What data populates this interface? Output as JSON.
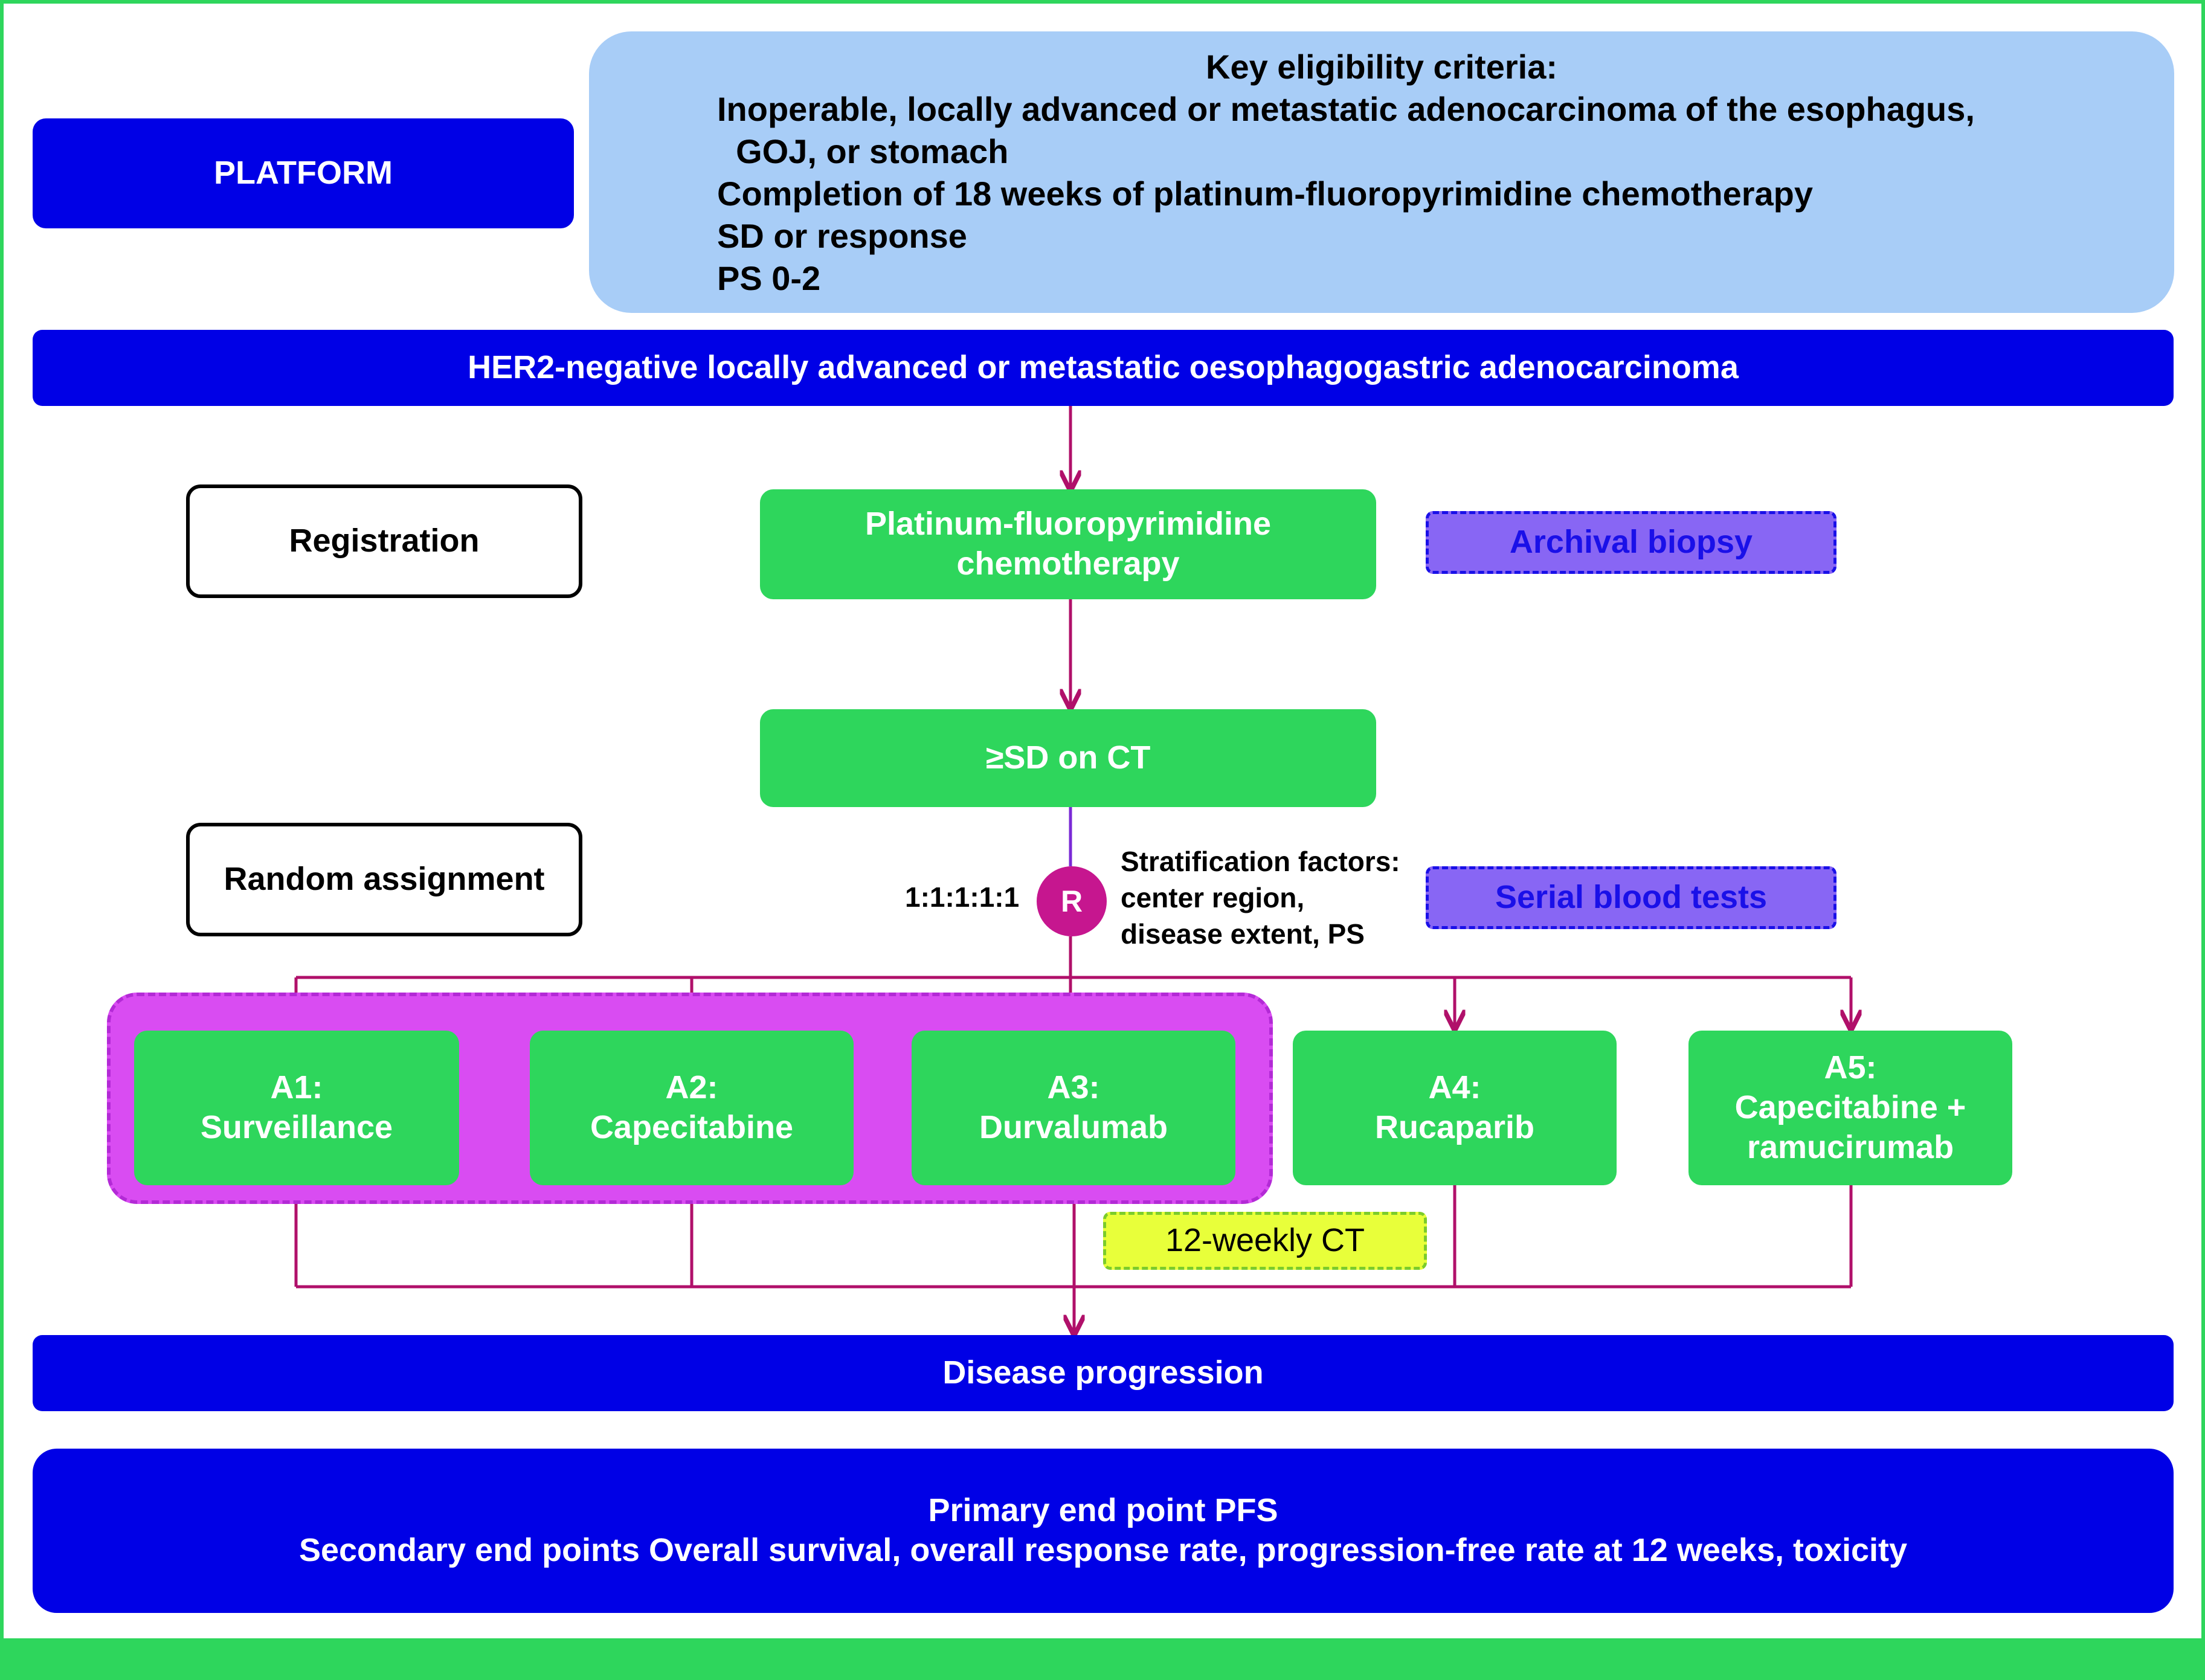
{
  "platform_label": "PLATFORM",
  "eligibility": {
    "title": "Key eligibility criteria:",
    "items": [
      "Inoperable, locally advanced or metastatic adenocarcinoma of the esophagus,",
      "  GOJ, or stomach",
      "Completion of 18 weeks of platinum-fluoropyrimidine chemotherapy",
      "SD or response",
      "PS 0-2"
    ]
  },
  "population": "HER2-negative locally advanced or metastatic oesophagogastric adenocarcinoma",
  "registration_label": "Registration",
  "chemo": [
    "Platinum-fluoropyrimidine",
    "chemotherapy"
  ],
  "archival_biopsy": "Archival biopsy",
  "sd_on_ct": "≥SD on CT",
  "random_assignment_label": "Random assignment",
  "ratio": "1:1:1:1:1",
  "randomization_symbol": "R",
  "stratification": [
    "Stratification factors:",
    "center region,",
    "disease extent, PS"
  ],
  "serial_blood_tests": "Serial blood tests",
  "arms": [
    {
      "code": "A1:",
      "name": [
        "Surveillance"
      ]
    },
    {
      "code": "A2:",
      "name": [
        "Capecitabine"
      ]
    },
    {
      "code": "A3:",
      "name": [
        "Durvalumab"
      ]
    },
    {
      "code": "A4:",
      "name": [
        "Rucaparib"
      ]
    },
    {
      "code": "A5:",
      "name": [
        "Capecitabine +",
        "ramucirumab"
      ]
    }
  ],
  "weekly_ct": "12-weekly CT",
  "progression": "Disease progression",
  "endpoints": {
    "primary": "Primary end point PFS",
    "secondary": "Secondary end points Overall survival, overall response rate, progression-free rate at 12 weeks, toxicity"
  },
  "colors": {
    "dark_blue": "#0000e6",
    "light_blue": "#a8cdf7",
    "green": "#2ed65c",
    "magenta_arrow": "#b0106a",
    "randomization": "#c6168f",
    "purple_group": "#d94cf2",
    "dashed_purple": "#8866f4",
    "dashed_yellow": "#e8ff3a"
  }
}
